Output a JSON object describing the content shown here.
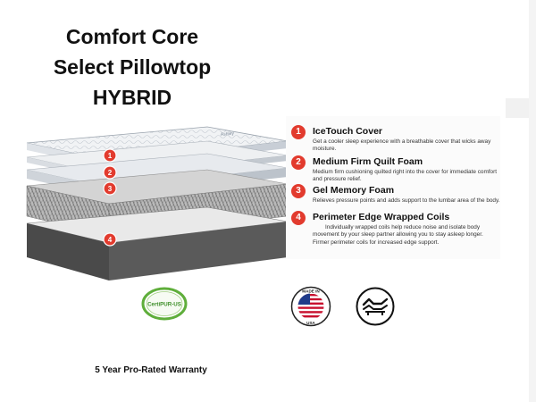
{
  "product": {
    "title_lines": [
      "Comfort Core",
      "Select Pillowtop",
      "HYBRID"
    ]
  },
  "features": [
    {
      "number": "1",
      "title": "IceTouch Cover",
      "description": "Get a cooler sleep experience with a breathable cover that wicks away moisture."
    },
    {
      "number": "2",
      "title": "Medium Firm Quilt Foam",
      "description": "Medium firm cushioning quilted right into the cover for immediate comfort and pressure relief."
    },
    {
      "number": "3",
      "title": "Gel Memory Foam",
      "description": "Relieves pressure points and adds support to the lumbar area of the body."
    },
    {
      "number": "4",
      "title": "Perimeter Edge Wrapped Coils",
      "description": "Individually wrapped coils help reduce noise and isolate body movement by your sleep partner allowing you to stay asleep longer. Firmer perimeter coils for increased edge support."
    }
  ],
  "layer_markers": [
    "1",
    "2",
    "3",
    "4"
  ],
  "badges": {
    "certipur_text": "CertiPUR-US",
    "made_in_top": "MADE IN",
    "made_in_bottom": "USA"
  },
  "warranty": "5 Year Pro-Rated Warranty",
  "colors": {
    "accent_red": "#e23b2e",
    "certipur_green": "#5fae3b",
    "base_gray": "#4a4a4a"
  },
  "icons": [
    "certipur-badge-icon",
    "made-in-usa-badge-icon",
    "adjustable-base-icon"
  ]
}
